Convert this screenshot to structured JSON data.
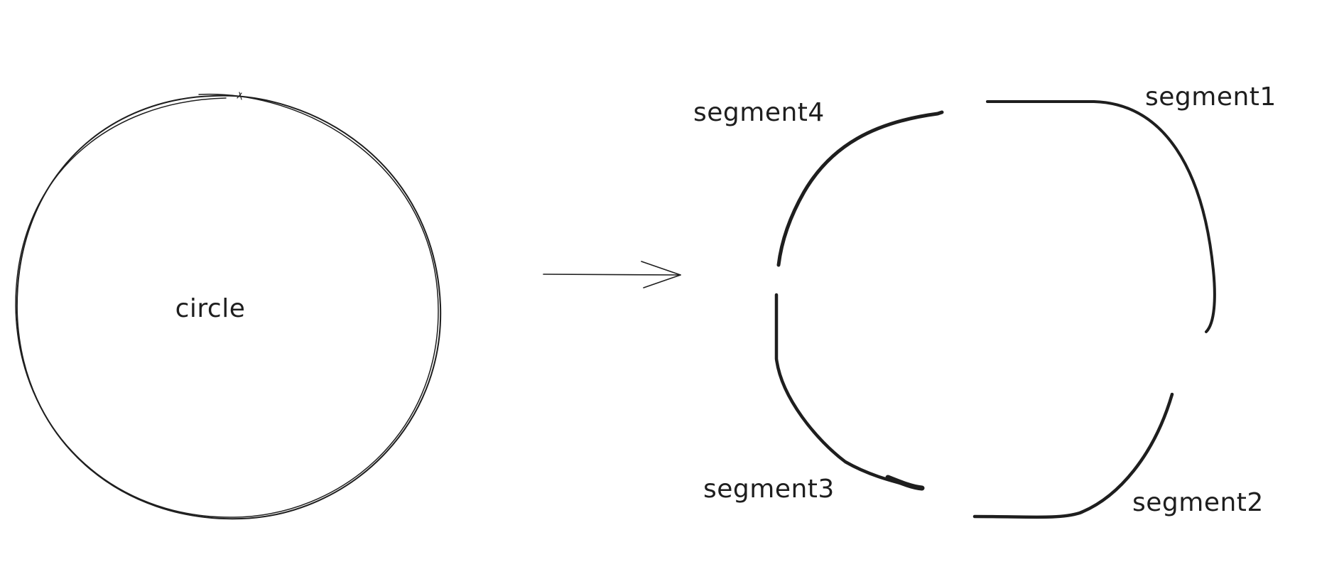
{
  "diagram": {
    "circle": {
      "label": "circle"
    },
    "segments": [
      {
        "id": "segment1",
        "label": "segment1"
      },
      {
        "id": "segment2",
        "label": "segment2"
      },
      {
        "id": "segment3",
        "label": "segment3"
      },
      {
        "id": "segment4",
        "label": "segment4"
      }
    ],
    "colors": {
      "stroke": "#1e1e1e",
      "background": "#ffffff"
    }
  }
}
